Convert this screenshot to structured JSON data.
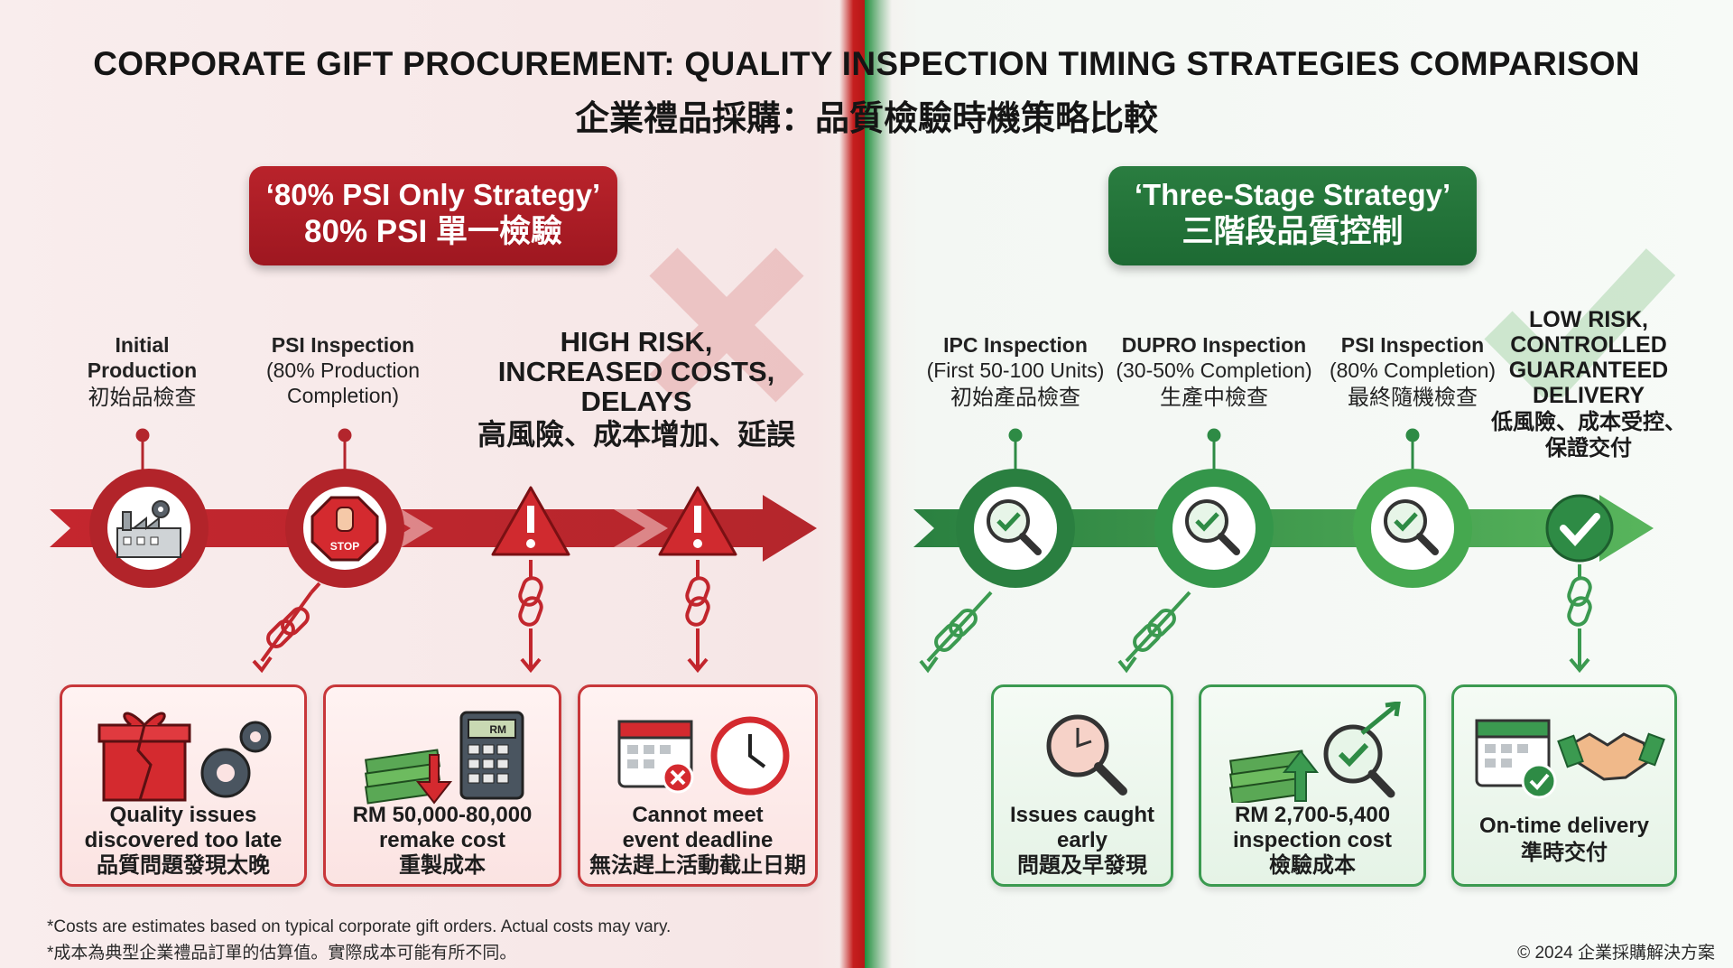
{
  "title": {
    "en": "CORPORATE GIFT PROCUREMENT: QUALITY INSPECTION TIMING STRATEGIES COMPARISON",
    "zh": "企業禮品採購：品質檢驗時機策略比較"
  },
  "left": {
    "banner": {
      "line1": "‘80% PSI Only Strategy’",
      "line2": "80% PSI 單一檢驗"
    },
    "stages": [
      {
        "line1": "Initial",
        "line2": "Production",
        "zh": "初始品檢查"
      },
      {
        "line1": "PSI Inspection",
        "line2": "(80% Production",
        "line3": "Completion)"
      }
    ],
    "risk": {
      "line1": "HIGH RISK,",
      "line2": "INCREASED COSTS,",
      "line3": "DELAYS",
      "zh": "高風險、成本增加、延誤"
    },
    "stop_label": "STOP",
    "cards": [
      {
        "line1": "Quality issues",
        "line2": "discovered too late",
        "zh": "品質問題發現太晚"
      },
      {
        "line1": "RM 50,000-80,000",
        "line2": "remake cost",
        "zh": "重製成本",
        "calc_label": "RM"
      },
      {
        "line1": "Cannot meet",
        "line2": "event deadline",
        "zh": "無法趕上活動截止日期"
      }
    ]
  },
  "right": {
    "banner": {
      "line1": "‘Three-Stage Strategy’",
      "line2": "三階段品質控制"
    },
    "stages": [
      {
        "line1": "IPC Inspection",
        "line2": "(First 50-100 Units)",
        "zh": "初始產品檢查"
      },
      {
        "line1": "DUPRO Inspection",
        "line2": "(30-50% Completion)",
        "zh": "生產中檢查"
      },
      {
        "line1": "PSI Inspection",
        "line2": "(80% Completion)",
        "zh": "最終隨機檢查"
      }
    ],
    "outcome": {
      "line1": "LOW RISK,",
      "line2": "CONTROLLED",
      "line3": "GUARANTEED",
      "line4": "DELIVERY",
      "zh1": "低風險、成本受控、",
      "zh2": "保證交付"
    },
    "cards": [
      {
        "line1": "Issues caught",
        "line2": "early",
        "zh": "問題及早發現"
      },
      {
        "line1": "RM 2,700-5,400",
        "line2": "inspection cost",
        "zh": "檢驗成本"
      },
      {
        "line1": "On-time delivery",
        "zh": "準時交付"
      }
    ]
  },
  "footnotes": {
    "en": "*Costs are estimates based on typical corporate gift orders. Actual costs may vary.",
    "zh": "*成本為典型企業禮品訂單的估算值。實際成本可能有所不同。",
    "copyright": "© 2024 企業採購解決方案"
  },
  "colors": {
    "red": "#c8232b",
    "green": "#2e8b45",
    "light_green": "#4caf50"
  }
}
